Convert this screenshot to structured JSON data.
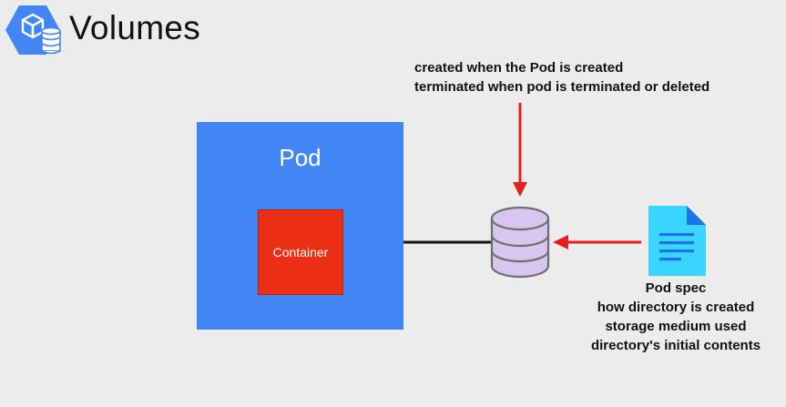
{
  "header": {
    "title": "Volumes",
    "logo_icon": "kubernetes-storage-icon"
  },
  "volume_note": {
    "line1": "created when the Pod is created",
    "line2": "terminated when pod is terminated or deleted"
  },
  "pod": {
    "label": "Pod",
    "color": "#4285f4",
    "container": {
      "label": "Container",
      "color": "#ea2f14"
    }
  },
  "volume": {
    "icon": "database-icon",
    "color": "#d9c6f0"
  },
  "pod_spec": {
    "icon": "document-icon",
    "color": "#3ad5ff",
    "title": "Pod spec",
    "details": [
      "how directory is created",
      "storage medium used",
      "directory's initial contents"
    ]
  },
  "colors": {
    "arrow": "#e41e1e",
    "connector": "#111111",
    "background": "#ececec"
  }
}
